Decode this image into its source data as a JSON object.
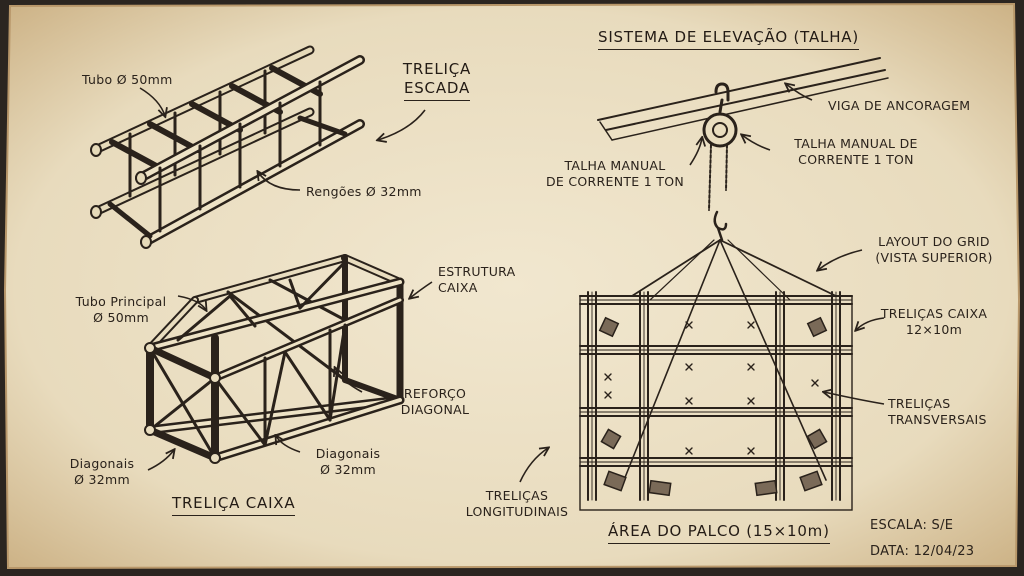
{
  "colors": {
    "paper": "#ece0c4",
    "ink": "#2a221b",
    "edge": "#c9a977"
  },
  "ladder_truss": {
    "title_line1": "TRELIÇA",
    "title_line2": "ESCADA",
    "tube_label": "Tubo Ø 50mm",
    "rung_label": "Rengões Ø 32mm"
  },
  "box_truss": {
    "title": "TRELIÇA CAIXA",
    "structure_line1": "ESTRUTURA",
    "structure_line2": "CAIXA",
    "main_tube_line1": "Tubo Principal",
    "main_tube_line2": "Ø 50mm",
    "reinforce_line1": "REFORÇO",
    "reinforce_line2": "DIAGONAL",
    "diag_left_line1": "Diagonais",
    "diag_left_line2": "Ø 32mm",
    "diag_right_line1": "Diagonais",
    "diag_right_line2": "Ø 32mm"
  },
  "lifting": {
    "title": "SISTEMA DE ELEVAÇÃO (TALHA)",
    "beam_label": "VIGA DE ANCORAGEM",
    "hoist_left_line1": "TALHA MANUAL",
    "hoist_left_line2": "DE CORRENTE 1 TON",
    "hoist_right_line1": "TALHA MANUAL DE",
    "hoist_right_line2": "CORRENTE  1 TON"
  },
  "grid": {
    "layout_line1": "LAYOUT DO GRID",
    "layout_line2": "(VISTA SUPERIOR)",
    "box_line1": "TRELIÇAS CAIXA",
    "box_line2": "12×10m",
    "trans_line1": "TRELIÇAS",
    "trans_line2": "TRANSVERSAIS",
    "long_line1": "TRELIÇAS",
    "long_line2": "LONGITUDINAIS",
    "stage_label": "ÁREA DO PALCO (15×10m)",
    "scale_label": "ESCALA: S/E",
    "date_label": "DATA: 12/04/23"
  }
}
